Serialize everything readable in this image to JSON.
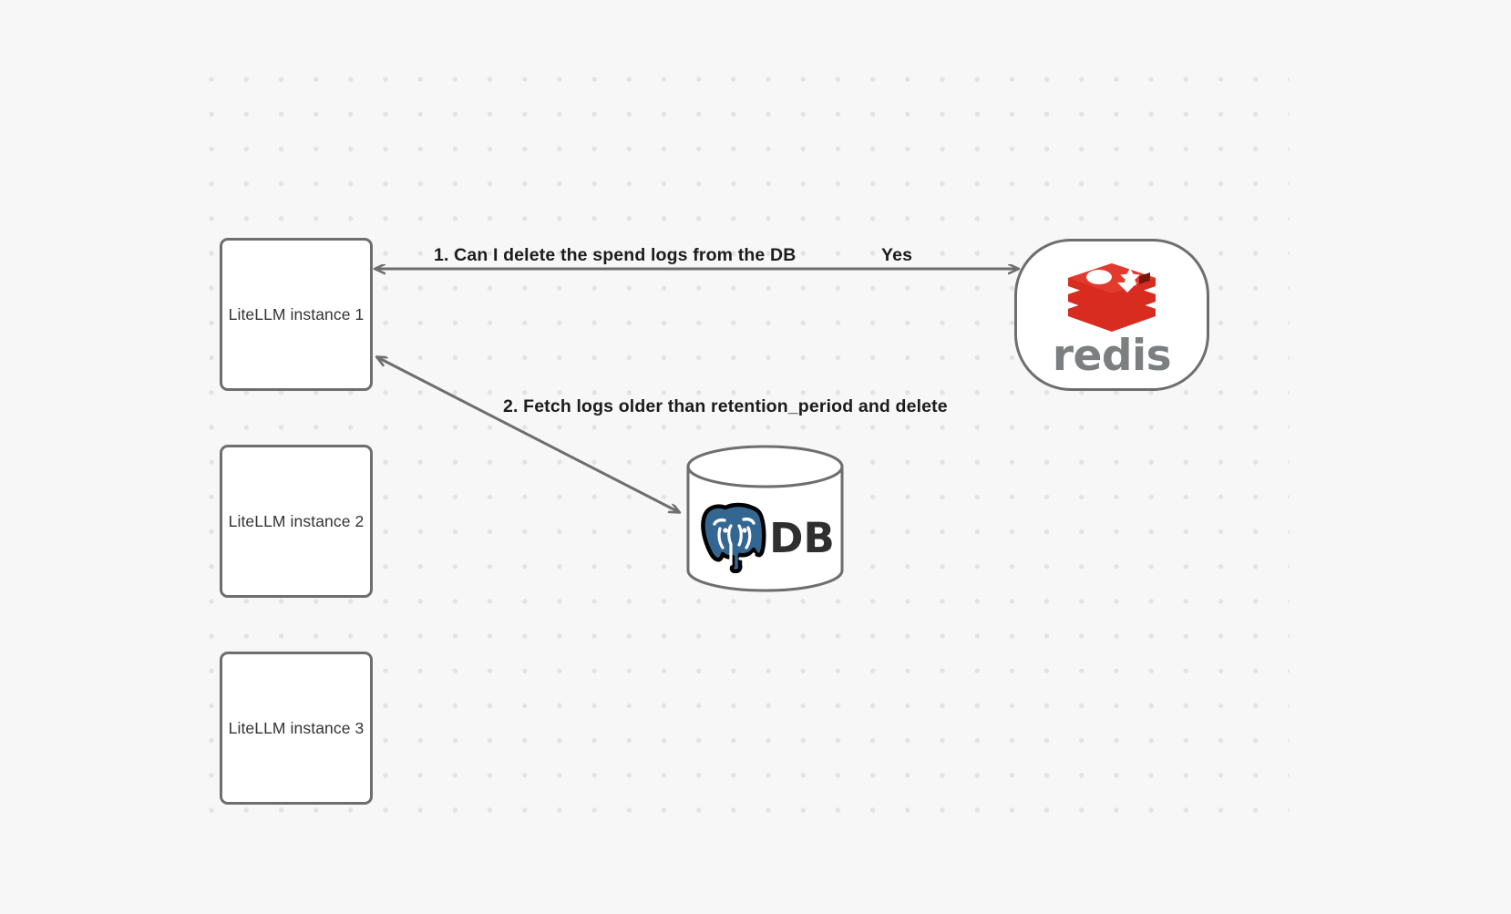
{
  "canvas": {
    "background_color": "#f7f7f8",
    "dot_color": "#e2e3e5",
    "edge_color": "#6e6e6e"
  },
  "nodes": [
    {
      "id": "litellm-1",
      "label": "LiteLLM instance 1",
      "shape": "rounded-rect"
    },
    {
      "id": "litellm-2",
      "label": "LiteLLM instance 2",
      "shape": "rounded-rect"
    },
    {
      "id": "litellm-3",
      "label": "LiteLLM instance 3",
      "shape": "rounded-rect"
    },
    {
      "id": "redis",
      "label": "redis",
      "shape": "stadium",
      "logo_color": "#d82c20"
    },
    {
      "id": "database",
      "label": "DB",
      "shape": "cylinder",
      "logo_color": "#336791"
    }
  ],
  "edges": [
    {
      "id": "edge-redis",
      "from": "litellm-1",
      "to": "redis",
      "label": "1.  Can I delete the spend logs from the DB",
      "reply_label": "Yes",
      "direction": "both"
    },
    {
      "id": "edge-db",
      "from": "litellm-1",
      "to": "database",
      "label": "2.  Fetch logs older than retention_period and delete",
      "direction": "both"
    }
  ]
}
